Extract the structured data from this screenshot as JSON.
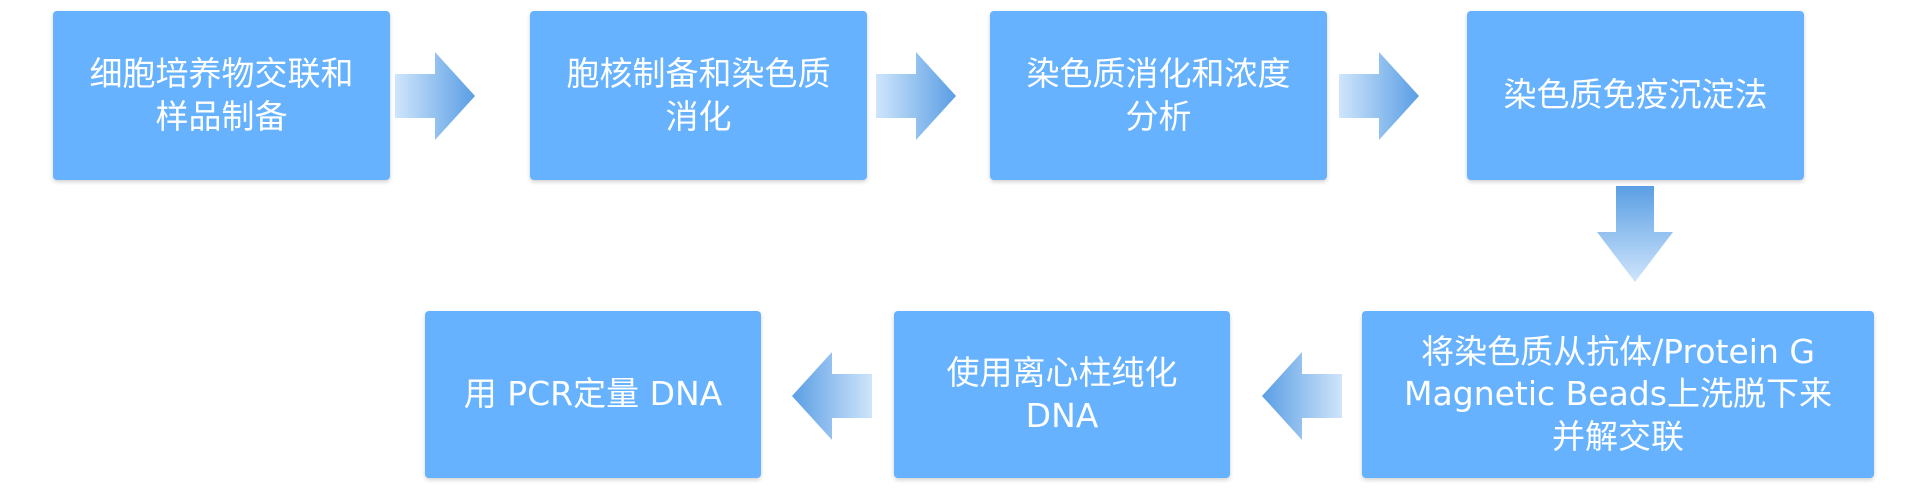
{
  "steps": {
    "s1": "细胞培养物交联和\n样品制备",
    "s2": "胞核制备和染色质\n消化",
    "s3": "染色质消化和浓度\n分析",
    "s4": "染色质免疫沉淀法",
    "s5": "将染色质从抗体/Protein G\nMagnetic Beads上洗脱下来\n并解交联",
    "s6": "使用离心柱纯化\nDNA",
    "s7": "用 PCR定量 DNA"
  },
  "colors": {
    "box": "#66b2ff",
    "arrow_dark": "#5a9ee4",
    "arrow_light": "#cfe5fb",
    "text": "#ffffff"
  },
  "icons": {
    "flow_arrow": "block-arrow"
  }
}
